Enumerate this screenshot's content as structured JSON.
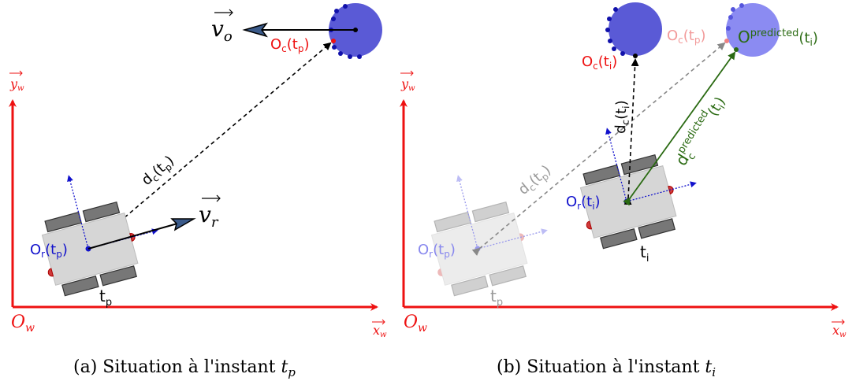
{
  "colors": {
    "world_axes": "#ee1111",
    "robot_blue": "#1111cc",
    "robot_faded": "#8888ee",
    "obstacle": "#5a5ad6",
    "obstacle_faded": "#8b8bf2",
    "predicted_green": "#2a6a12",
    "faded_gray": "#888888"
  },
  "panel_a": {
    "axis_x": "x",
    "axis_x_sub": "w",
    "axis_y": "y",
    "axis_y_sub": "w",
    "origin": "O",
    "origin_sub": "w",
    "v_obstacle": "v",
    "v_obstacle_sub": "o",
    "v_robot": "v",
    "v_robot_sub": "r",
    "obstacle_point": "O",
    "obstacle_point_sub": "c",
    "obstacle_point_time": "(t",
    "obstacle_point_time_sub": "p",
    "close_paren": ")",
    "distance": "d",
    "distance_sub": "c",
    "distance_time": "(t",
    "distance_time_sub": "p",
    "robot_point": "O",
    "robot_point_sub": "r",
    "robot_point_time": "(t",
    "robot_point_time_sub": "p",
    "robot_time": "t",
    "robot_time_sub": "p",
    "caption": "(a) Situation à l'instant",
    "caption_var": "t",
    "caption_var_sub": "p"
  },
  "panel_b": {
    "axis_x": "x",
    "axis_x_sub": "w",
    "axis_y": "y",
    "axis_y_sub": "w",
    "origin": "O",
    "origin_sub": "w",
    "obstacle_now": "O",
    "obstacle_now_sub": "c",
    "obstacle_now_time": "(t",
    "obstacle_now_time_sub": "i",
    "obstacle_past": "O",
    "obstacle_past_sub": "c",
    "obstacle_past_time": "(t",
    "obstacle_past_time_sub": "p",
    "obstacle_pred": "O",
    "obstacle_pred_sup": "predicted",
    "obstacle_pred_time": "(t",
    "obstacle_pred_time_sub": "i",
    "distance_now": "d",
    "distance_now_sub": "c",
    "distance_now_time": "(t",
    "distance_now_time_sub": "i",
    "distance_past": "d",
    "distance_past_sub": "c",
    "distance_past_time": "(t",
    "distance_past_time_sub": "p",
    "distance_pred": "d",
    "distance_pred_sub": "c",
    "distance_pred_sup": "predicted",
    "distance_pred_time": "(t",
    "distance_pred_time_sub": "i",
    "robot_now": "O",
    "robot_now_sub": "r",
    "robot_now_time": "(t",
    "robot_now_time_sub": "i",
    "robot_past": "O",
    "robot_past_sub": "r",
    "robot_past_time": "(t",
    "robot_past_time_sub": "p",
    "robot_now_t": "t",
    "robot_now_t_sub": "i",
    "robot_past_t": "t",
    "robot_past_t_sub": "p",
    "close_paren": ")",
    "caption": "(b) Situation à l'instant",
    "caption_var": "t",
    "caption_var_sub": "i"
  }
}
